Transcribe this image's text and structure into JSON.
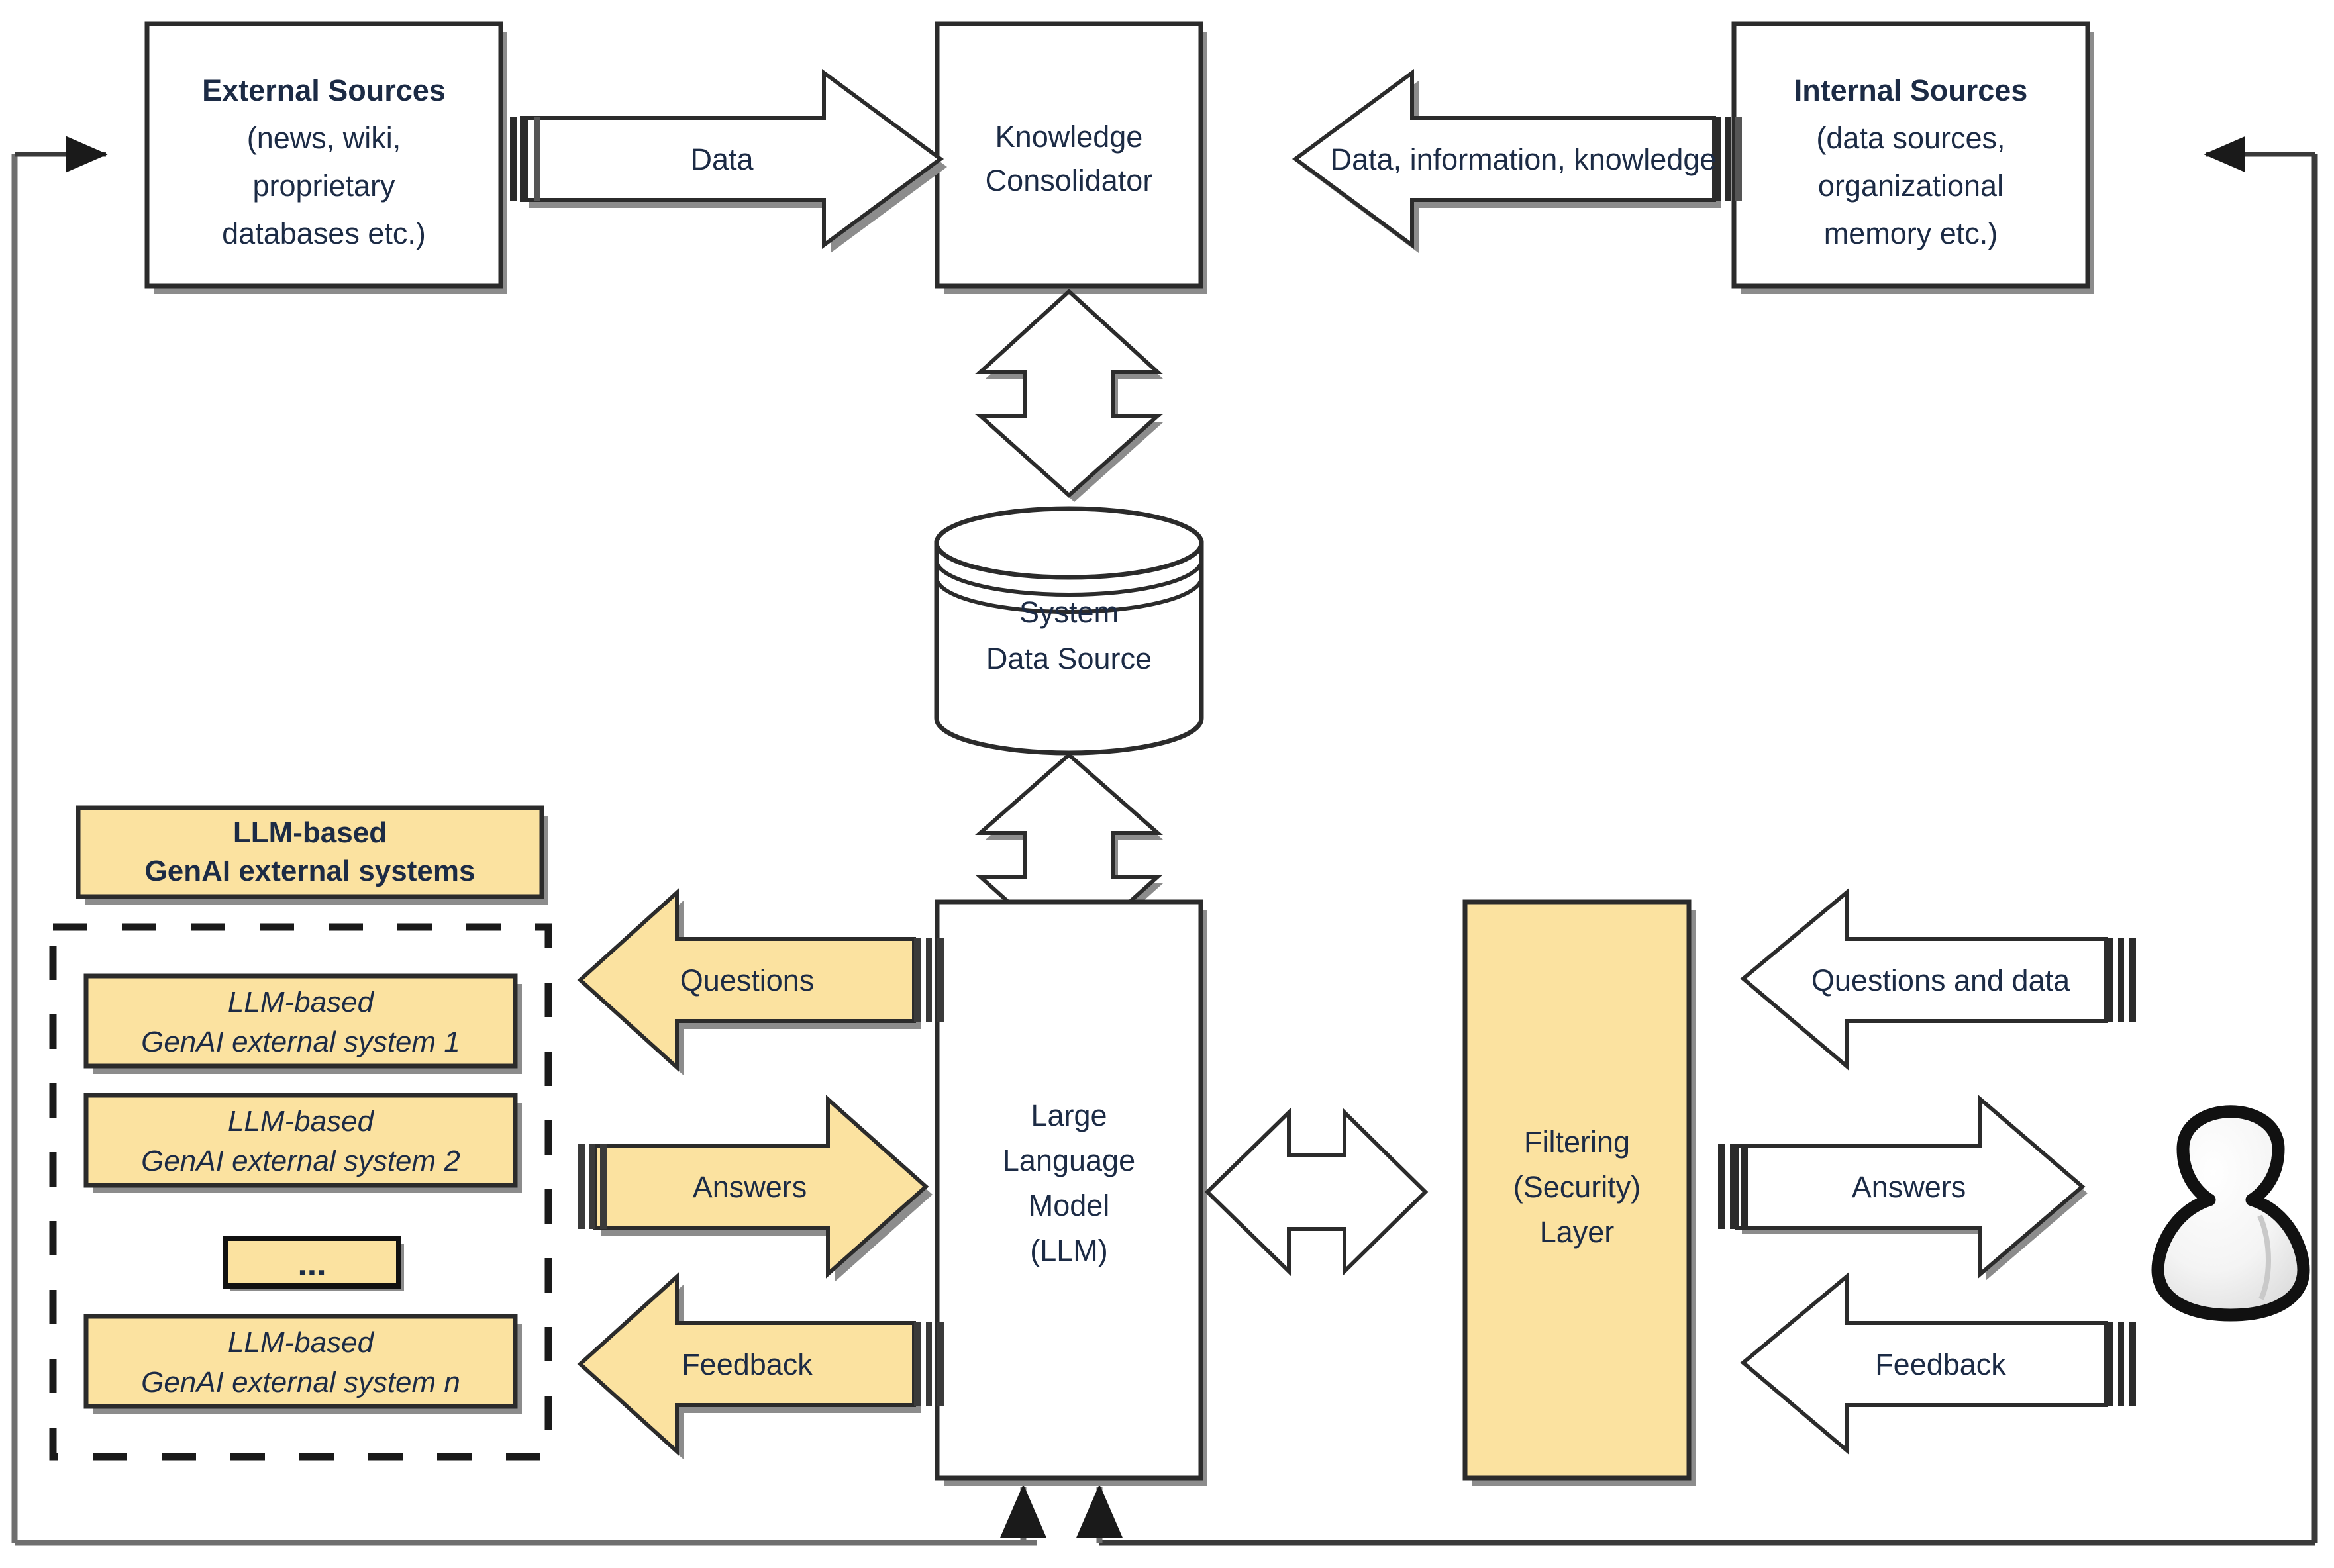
{
  "diagram": {
    "title": "LLM-based GenAI knowledge architecture",
    "colors": {
      "fill_yellow": "#fbe2a0",
      "fill_white": "#ffffff",
      "stroke_dark": "#262626",
      "stroke_gray": "#7f7f7f",
      "text": "#1c2b45",
      "shadow": "#8c8c8c"
    },
    "nodes": {
      "external_sources": {
        "title": "External Sources",
        "line2": "(news, wiki,",
        "line3": "proprietary",
        "line4": "databases etc.)"
      },
      "knowledge_consolidator": {
        "line1": "Knowledge",
        "line2": "Consolidator"
      },
      "internal_sources": {
        "title": "Internal Sources",
        "line2": "(data sources,",
        "line3": "organizational",
        "line4": "memory  etc.)"
      },
      "system_data_source": {
        "line1": "System",
        "line2": "Data Source"
      },
      "large_language_model": {
        "line1": "Large",
        "line2": "Language",
        "line3": "Model",
        "line4": "(LLM)"
      },
      "filtering_layer": {
        "line1": "Filtering",
        "line2": "(Security)",
        "line3": "Layer"
      },
      "genai_group": {
        "header_line1": "LLM-based",
        "header_line2": "GenAI external systems",
        "items": [
          {
            "line1": "LLM-based",
            "line2": "GenAI external system 1"
          },
          {
            "line1": "LLM-based",
            "line2": "GenAI external system 2"
          },
          {
            "line1": "LLM-based",
            "line2": "GenAI external system n"
          }
        ],
        "ellipsis": "..."
      },
      "user": {
        "name": "user-avatar"
      }
    },
    "edges": {
      "data": "Data",
      "data_information_knowledge": "Data, information, knowledge",
      "questions": "Questions",
      "answers_left": "Answers",
      "feedback_left": "Feedback",
      "questions_and_data": "Questions and data",
      "answers_right": "Answers",
      "feedback_right": "Feedback"
    }
  }
}
